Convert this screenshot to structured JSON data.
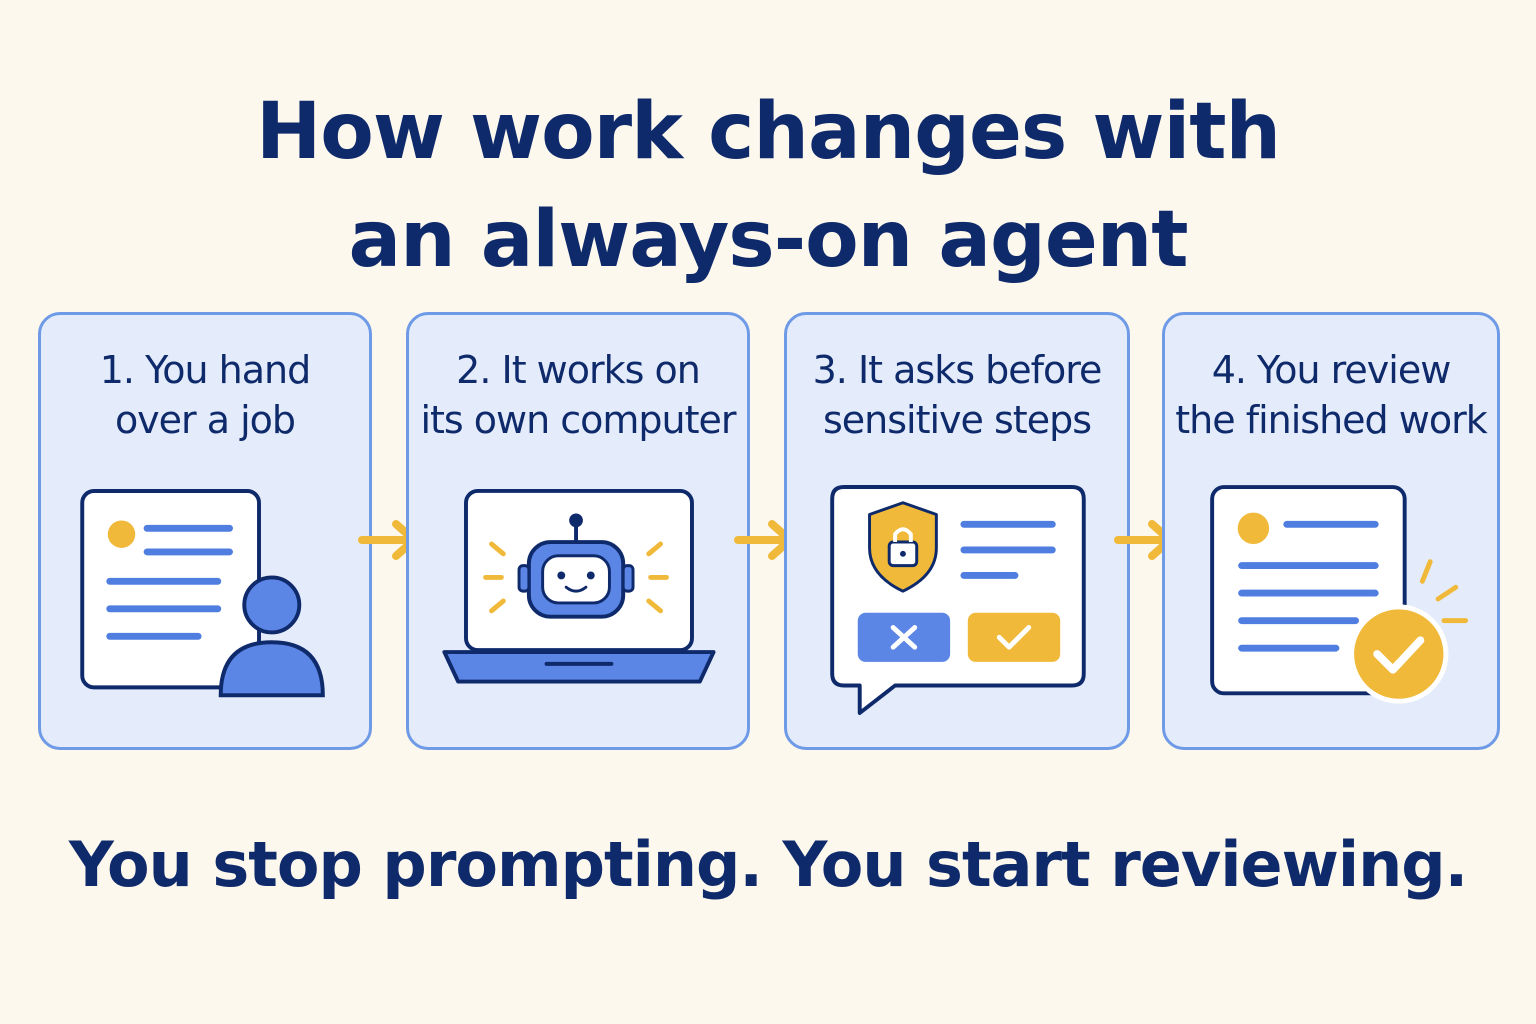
{
  "title": {
    "line1": "How work changes with",
    "line2": "an always-on agent"
  },
  "steps": [
    {
      "line1": "1. You hand",
      "line2": "over a job",
      "icon": "document-person-icon"
    },
    {
      "line1": "2. It works on",
      "line2": "its own computer",
      "icon": "laptop-robot-icon"
    },
    {
      "line1": "3. It asks before",
      "line2": "sensitive steps",
      "icon": "shield-approval-dialog-icon"
    },
    {
      "line1": "4. You review",
      "line2": "the finished work",
      "icon": "document-checkmark-icon"
    }
  ],
  "tagline": "You stop prompting. You start reviewing.",
  "colors": {
    "background": "#fcf8ee",
    "card_fill": "#e4ecfb",
    "card_border": "#6f9ae6",
    "navy": "#0f2a6b",
    "accent_blue": "#4f7ee0",
    "accent_yellow": "#f0b93a"
  }
}
